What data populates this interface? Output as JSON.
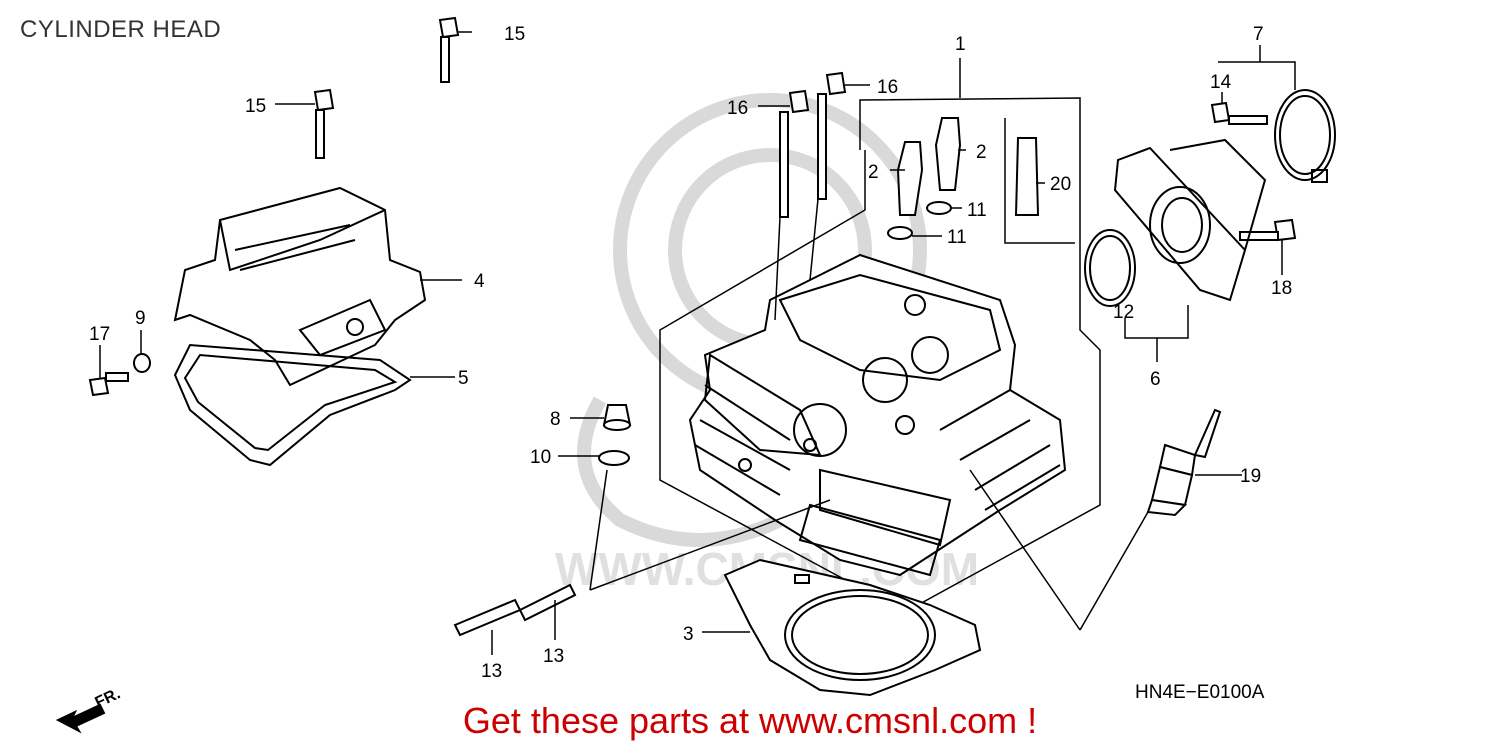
{
  "title": "CYLINDER HEAD",
  "diagram_code": "HN4E−E0100A",
  "footer": "Get these parts at www.cmsnl.com !",
  "front_marker": "FR.",
  "watermark_text": "WWW.CMSNL.COM",
  "colors": {
    "ink": "#000000",
    "promo": "#cc0000",
    "watermark": "#d9d9d9",
    "title": "#333333"
  },
  "callouts": [
    {
      "id": "c1",
      "label": "1"
    },
    {
      "id": "c2a",
      "label": "2"
    },
    {
      "id": "c2b",
      "label": "2"
    },
    {
      "id": "c3",
      "label": "3"
    },
    {
      "id": "c4",
      "label": "4"
    },
    {
      "id": "c5",
      "label": "5"
    },
    {
      "id": "c6",
      "label": "6"
    },
    {
      "id": "c7",
      "label": "7"
    },
    {
      "id": "c8",
      "label": "8"
    },
    {
      "id": "c9",
      "label": "9"
    },
    {
      "id": "c10",
      "label": "10"
    },
    {
      "id": "c11a",
      "label": "11"
    },
    {
      "id": "c11b",
      "label": "11"
    },
    {
      "id": "c12",
      "label": "12"
    },
    {
      "id": "c13a",
      "label": "13"
    },
    {
      "id": "c13b",
      "label": "13"
    },
    {
      "id": "c14",
      "label": "14"
    },
    {
      "id": "c15a",
      "label": "15"
    },
    {
      "id": "c15b",
      "label": "15"
    },
    {
      "id": "c16a",
      "label": "16"
    },
    {
      "id": "c16b",
      "label": "16"
    },
    {
      "id": "c17",
      "label": "17"
    },
    {
      "id": "c18",
      "label": "18"
    },
    {
      "id": "c19",
      "label": "19"
    },
    {
      "id": "c20",
      "label": "20"
    }
  ]
}
